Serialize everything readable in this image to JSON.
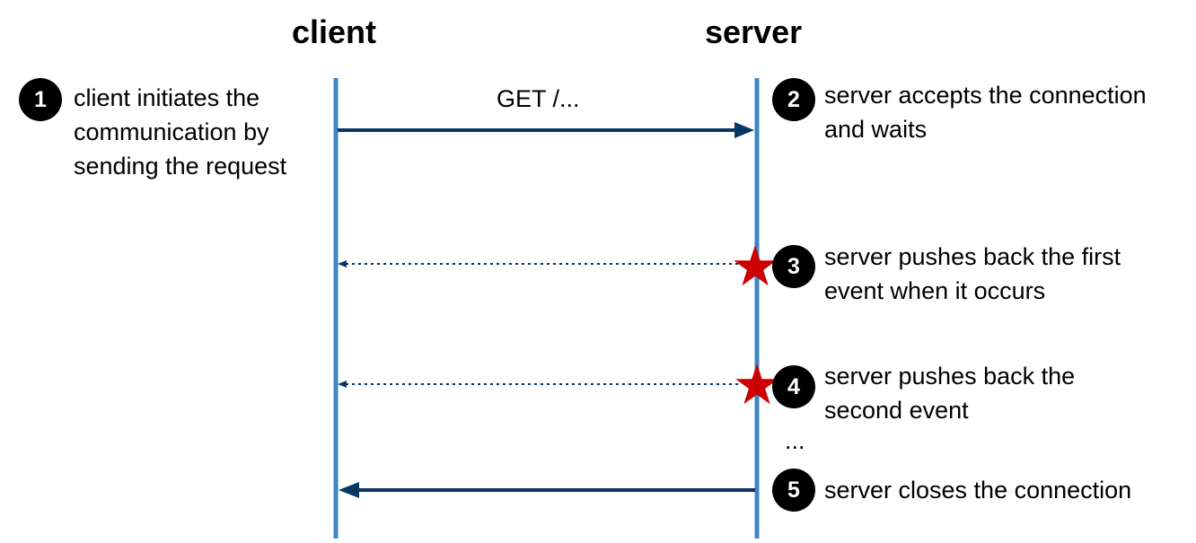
{
  "lifelines": {
    "client": {
      "label": "client"
    },
    "server": {
      "label": "server"
    }
  },
  "colors": {
    "lifeline": "#3d85c6",
    "arrow": "#073763",
    "star": "#cc0000",
    "badge": "#000000"
  },
  "messages": [
    {
      "label": "GET /...",
      "from": "client",
      "to": "server",
      "style": "solid"
    },
    {
      "label": "",
      "from": "server",
      "to": "client",
      "style": "dotted",
      "marker": "star-icon"
    },
    {
      "label": "",
      "from": "server",
      "to": "client",
      "style": "dotted",
      "marker": "star-icon"
    },
    {
      "label": "",
      "from": "server",
      "to": "client",
      "style": "solid"
    }
  ],
  "steps": [
    {
      "number": "1",
      "text": "client initiates the\ncommunication by\nsending the request"
    },
    {
      "number": "2",
      "text": "server accepts the connection\nand waits"
    },
    {
      "number": "3",
      "text": "server pushes back the first\nevent when it occurs"
    },
    {
      "number": "4",
      "text": "server pushes back the\nsecond event"
    },
    {
      "number": "5",
      "text": "server closes the connection"
    }
  ],
  "ellipsis": "..."
}
